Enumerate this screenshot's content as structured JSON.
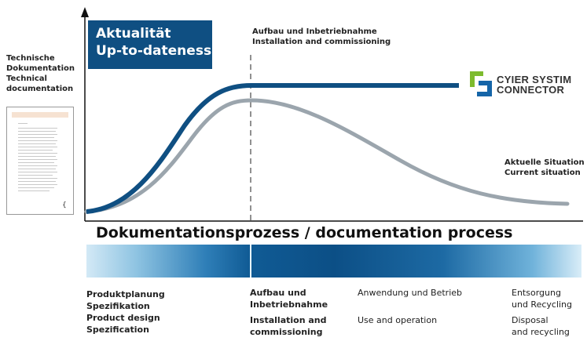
{
  "title": {
    "line1": "Aktualität",
    "line2": "Up-to-dateness"
  },
  "left_label": {
    "line1": "Technische",
    "line2": "Dokumentation",
    "line3": "Technical",
    "line4": "documentation"
  },
  "phase_marker": {
    "line1": "Aufbau und Inbetriebnahme",
    "line2": "Installation and commissioning"
  },
  "logo": {
    "line1": "CYIER SYSTIM",
    "line2": "CONNECTOR",
    "colors": {
      "green": "#7dbb2e",
      "blue": "#1565a8"
    }
  },
  "current_situation": {
    "line1": "Aktuelle Situation",
    "line2": "Current situation"
  },
  "axis_title": "Dokumentationsprozess / documentation process",
  "phases": [
    {
      "line1": "Produktplanung",
      "line2": "Spezifikation",
      "line3": "Product design",
      "line4": "Spezification"
    },
    {
      "line1": "Aufbau und",
      "line2": "Inbetriebnahme",
      "line3": "Installation and",
      "line4": "commissioning"
    },
    {
      "line1": "Anwendung und Betrieb",
      "line2": "Use and operation"
    },
    {
      "line1": "Entsorgung",
      "line2": "und Recycling",
      "line3": "Disposal",
      "line4": "and recycling"
    }
  ],
  "colors": {
    "connector_curve": "#0f4f82",
    "current_curve": "#9ba5ad",
    "title_box": "#0f4f82"
  },
  "page_marker": "{"
}
